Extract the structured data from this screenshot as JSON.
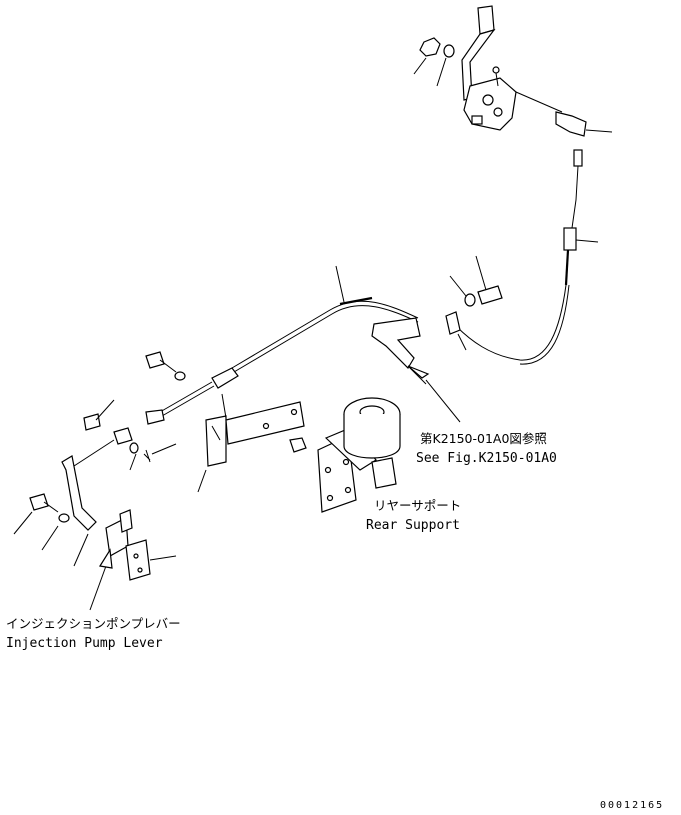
{
  "annotations": {
    "ref_jp": "第K2150-01A0図参照",
    "ref_en": "See Fig.K2150-01A0",
    "rear_support_jp": "リヤーサポート",
    "rear_support_en": "Rear Support",
    "pump_lever_jp": "インジェクションポンプレバー",
    "pump_lever_en": "Injection Pump Lever"
  },
  "figure_number": "00012165"
}
